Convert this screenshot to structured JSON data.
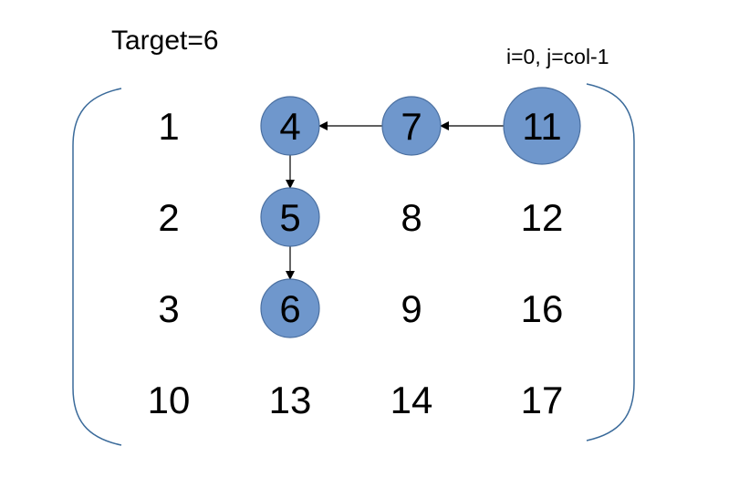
{
  "target_label": "Target=6",
  "start_label": "i=0, j=col-1",
  "matrix": [
    [
      "1",
      "4",
      "7",
      "11"
    ],
    [
      "2",
      "5",
      "8",
      "12"
    ],
    [
      "3",
      "6",
      "9",
      "16"
    ],
    [
      "10",
      "13",
      "14",
      "17"
    ]
  ],
  "path": [
    {
      "row": 0,
      "col": 3
    },
    {
      "row": 0,
      "col": 2
    },
    {
      "row": 0,
      "col": 1
    },
    {
      "row": 1,
      "col": 1
    },
    {
      "row": 2,
      "col": 1
    }
  ],
  "colors": {
    "highlight_fill": "#6f97cc",
    "highlight_stroke": "#4a6fa0",
    "bracket": "#3a6a9a",
    "arrow": "#000000"
  }
}
